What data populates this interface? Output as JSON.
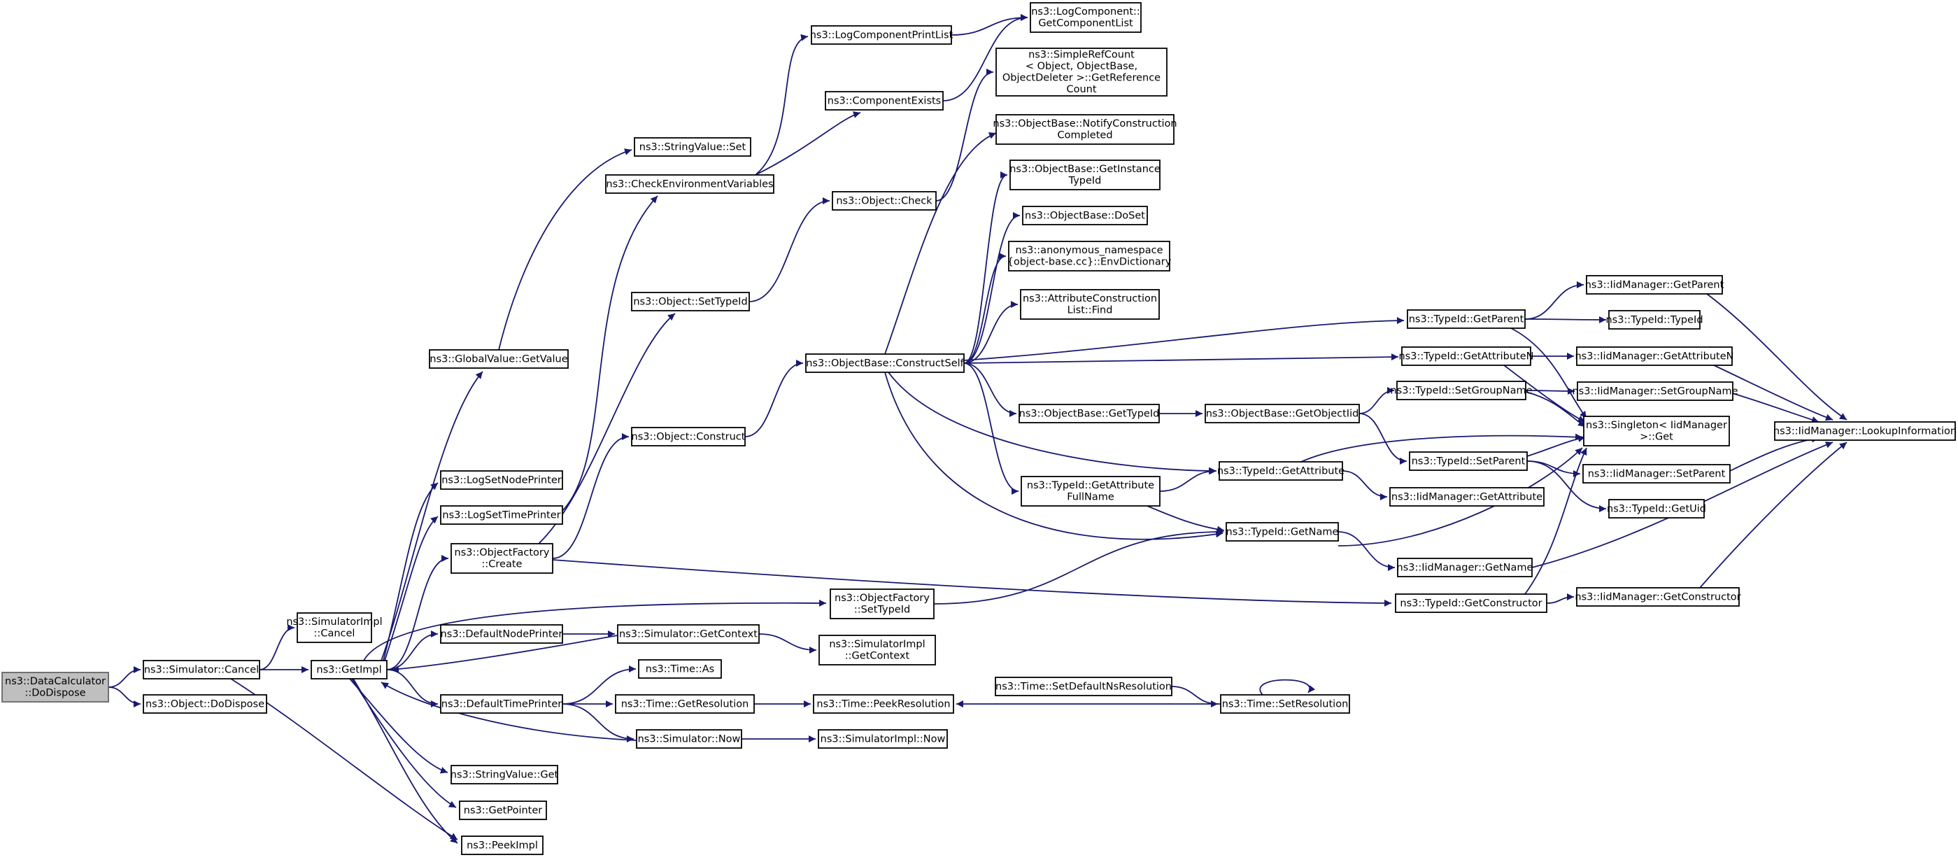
{
  "colors": {
    "edge": "#191970",
    "root_fill": "#bfbfbf",
    "node_fill": "#ffffff"
  },
  "nodes": [
    {
      "id": "n0",
      "lines": [
        "ns3::DataCalculator",
        "::DoDispose"
      ],
      "root": true
    },
    {
      "id": "n1",
      "lines": [
        "ns3::Simulator::Cancel"
      ]
    },
    {
      "id": "n2",
      "lines": [
        "ns3::Object::DoDispose"
      ]
    },
    {
      "id": "n3",
      "lines": [
        "ns3::SimulatorImpl",
        "::Cancel"
      ]
    },
    {
      "id": "n4",
      "lines": [
        "ns3::GetImpl"
      ]
    },
    {
      "id": "n5",
      "lines": [
        "ns3::PeekImpl"
      ]
    },
    {
      "id": "n6",
      "lines": [
        "ns3::GlobalValue::GetValue"
      ]
    },
    {
      "id": "n7",
      "lines": [
        "ns3::LogSetNodePrinter"
      ]
    },
    {
      "id": "n8",
      "lines": [
        "ns3::LogSetTimePrinter"
      ]
    },
    {
      "id": "n9",
      "lines": [
        "ns3::ObjectFactory",
        "::Create"
      ]
    },
    {
      "id": "n10",
      "lines": [
        "ns3::DefaultNodePrinter"
      ]
    },
    {
      "id": "n11",
      "lines": [
        "ns3::DefaultTimePrinter"
      ]
    },
    {
      "id": "n12",
      "lines": [
        "ns3::StringValue::Get"
      ]
    },
    {
      "id": "n13",
      "lines": [
        "ns3::GetPointer"
      ]
    },
    {
      "id": "n14",
      "lines": [
        "ns3::StringValue::Set"
      ]
    },
    {
      "id": "n15",
      "lines": [
        "ns3::CheckEnvironmentVariables"
      ]
    },
    {
      "id": "n16",
      "lines": [
        "ns3::Object::SetTypeId"
      ]
    },
    {
      "id": "n17",
      "lines": [
        "ns3::Object::Construct"
      ]
    },
    {
      "id": "n18",
      "lines": [
        "ns3::Simulator::GetContext"
      ]
    },
    {
      "id": "n19",
      "lines": [
        "ns3::Time::As"
      ]
    },
    {
      "id": "n20",
      "lines": [
        "ns3::Time::GetResolution"
      ]
    },
    {
      "id": "n21",
      "lines": [
        "ns3::Simulator::Now"
      ]
    },
    {
      "id": "n22",
      "lines": [
        "ns3::LogComponentPrintList"
      ]
    },
    {
      "id": "n23",
      "lines": [
        "ns3::ComponentExists"
      ]
    },
    {
      "id": "n24",
      "lines": [
        "ns3::LogComponent::",
        "GetComponentList"
      ]
    },
    {
      "id": "n25",
      "lines": [
        "ns3::Object::Check"
      ]
    },
    {
      "id": "n26",
      "lines": [
        "ns3::ObjectBase::ConstructSelf"
      ]
    },
    {
      "id": "n27",
      "lines": [
        "ns3::ObjectFactory",
        "::SetTypeId"
      ]
    },
    {
      "id": "n28",
      "lines": [
        "ns3::SimulatorImpl",
        "::GetContext"
      ]
    },
    {
      "id": "n29",
      "lines": [
        "ns3::Time::PeekResolution"
      ]
    },
    {
      "id": "n30",
      "lines": [
        "ns3::SimulatorImpl::Now"
      ]
    },
    {
      "id": "n31",
      "lines": [
        "ns3::SimpleRefCount",
        "< Object, ObjectBase,",
        " ObjectDeleter >::GetReference",
        "Count"
      ]
    },
    {
      "id": "n32",
      "lines": [
        "ns3::ObjectBase::NotifyConstruction",
        "Completed"
      ]
    },
    {
      "id": "n33",
      "lines": [
        "ns3::ObjectBase::GetInstance",
        "TypeId"
      ]
    },
    {
      "id": "n34",
      "lines": [
        "ns3::ObjectBase::DoSet"
      ]
    },
    {
      "id": "n35",
      "lines": [
        "ns3::anonymous_namespace",
        "{object-base.cc}::EnvDictionary"
      ]
    },
    {
      "id": "n36",
      "lines": [
        "ns3::AttributeConstruction",
        "List::Find"
      ]
    },
    {
      "id": "n37",
      "lines": [
        "ns3::ObjectBase::GetTypeId"
      ]
    },
    {
      "id": "n38",
      "lines": [
        "ns3::TypeId::GetAttribute",
        "FullName"
      ]
    },
    {
      "id": "n39",
      "lines": [
        "ns3::TypeId::GetParent"
      ]
    },
    {
      "id": "n40",
      "lines": [
        "ns3::TypeId::GetAttributeN"
      ]
    },
    {
      "id": "n41",
      "lines": [
        "ns3::ObjectBase::GetObjectIid"
      ]
    },
    {
      "id": "n42",
      "lines": [
        "ns3::TypeId::GetAttribute"
      ]
    },
    {
      "id": "n43",
      "lines": [
        "ns3::TypeId::GetName"
      ]
    },
    {
      "id": "n44",
      "lines": [
        "ns3::TypeId::GetConstructor"
      ]
    },
    {
      "id": "n45",
      "lines": [
        "ns3::Time::SetDefaultNsResolution"
      ]
    },
    {
      "id": "n46",
      "lines": [
        "ns3::Time::SetResolution"
      ]
    },
    {
      "id": "n47",
      "lines": [
        "ns3::TypeId::SetGroupName"
      ]
    },
    {
      "id": "n48",
      "lines": [
        "ns3::TypeId::SetParent"
      ]
    },
    {
      "id": "n49",
      "lines": [
        "ns3::IidManager::GetAttribute"
      ]
    },
    {
      "id": "n50",
      "lines": [
        "ns3::IidManager::GetName"
      ]
    },
    {
      "id": "n51",
      "lines": [
        "ns3::IidManager::GetParent"
      ]
    },
    {
      "id": "n52",
      "lines": [
        "ns3::TypeId::TypeId"
      ]
    },
    {
      "id": "n53",
      "lines": [
        "ns3::IidManager::GetAttributeN"
      ]
    },
    {
      "id": "n54",
      "lines": [
        "ns3::IidManager::SetGroupName"
      ]
    },
    {
      "id": "n55",
      "lines": [
        "ns3::Singleton< IidManager",
        " >::Get"
      ]
    },
    {
      "id": "n56",
      "lines": [
        "ns3::IidManager::SetParent"
      ]
    },
    {
      "id": "n57",
      "lines": [
        "ns3::TypeId::GetUid"
      ]
    },
    {
      "id": "n58",
      "lines": [
        "ns3::IidManager::GetConstructor"
      ]
    },
    {
      "id": "n59",
      "lines": [
        "ns3::IidManager::LookupInformation"
      ]
    }
  ],
  "edges": [
    [
      "n0",
      "n1"
    ],
    [
      "n0",
      "n2"
    ],
    [
      "n1",
      "n3"
    ],
    [
      "n1",
      "n4"
    ],
    [
      "n1",
      "n5"
    ],
    [
      "n4",
      "n6"
    ],
    [
      "n4",
      "n7"
    ],
    [
      "n4",
      "n8"
    ],
    [
      "n4",
      "n9"
    ],
    [
      "n4",
      "n27"
    ],
    [
      "n4",
      "n10"
    ],
    [
      "n4",
      "n11"
    ],
    [
      "n4",
      "n12"
    ],
    [
      "n4",
      "n13"
    ],
    [
      "n4",
      "n5"
    ],
    [
      "n6",
      "n14"
    ],
    [
      "n8",
      "n15"
    ],
    [
      "n9",
      "n16"
    ],
    [
      "n9",
      "n17"
    ],
    [
      "n9",
      "n44"
    ],
    [
      "n10",
      "n18"
    ],
    [
      "n11",
      "n19"
    ],
    [
      "n11",
      "n20"
    ],
    [
      "n11",
      "n21"
    ],
    [
      "n15",
      "n22"
    ],
    [
      "n15",
      "n23"
    ],
    [
      "n16",
      "n25"
    ],
    [
      "n17",
      "n26"
    ],
    [
      "n18",
      "n4"
    ],
    [
      "n18",
      "n28"
    ],
    [
      "n20",
      "n29"
    ],
    [
      "n21",
      "n4"
    ],
    [
      "n21",
      "n30"
    ],
    [
      "n22",
      "n24"
    ],
    [
      "n23",
      "n24"
    ],
    [
      "n25",
      "n31"
    ],
    [
      "n26",
      "n32"
    ],
    [
      "n26",
      "n33"
    ],
    [
      "n26",
      "n34"
    ],
    [
      "n26",
      "n35"
    ],
    [
      "n26",
      "n36"
    ],
    [
      "n26",
      "n39"
    ],
    [
      "n26",
      "n40"
    ],
    [
      "n26",
      "n37"
    ],
    [
      "n26",
      "n42"
    ],
    [
      "n26",
      "n38"
    ],
    [
      "n26",
      "n43"
    ],
    [
      "n27",
      "n43"
    ],
    [
      "n37",
      "n41"
    ],
    [
      "n38",
      "n42"
    ],
    [
      "n38",
      "n43"
    ],
    [
      "n39",
      "n51"
    ],
    [
      "n39",
      "n52"
    ],
    [
      "n39",
      "n55"
    ],
    [
      "n40",
      "n53"
    ],
    [
      "n40",
      "n55"
    ],
    [
      "n41",
      "n47"
    ],
    [
      "n41",
      "n48"
    ],
    [
      "n42",
      "n49"
    ],
    [
      "n42",
      "n55"
    ],
    [
      "n43",
      "n50"
    ],
    [
      "n43",
      "n55"
    ],
    [
      "n44",
      "n58"
    ],
    [
      "n44",
      "n55"
    ],
    [
      "n45",
      "n46"
    ],
    [
      "n46",
      "n29"
    ],
    [
      "n46",
      "n46"
    ],
    [
      "n47",
      "n54"
    ],
    [
      "n47",
      "n55"
    ],
    [
      "n48",
      "n56"
    ],
    [
      "n48",
      "n57"
    ],
    [
      "n48",
      "n55"
    ],
    [
      "n50",
      "n59"
    ],
    [
      "n51",
      "n59"
    ],
    [
      "n53",
      "n59"
    ],
    [
      "n54",
      "n59"
    ],
    [
      "n56",
      "n59"
    ],
    [
      "n58",
      "n59"
    ]
  ]
}
